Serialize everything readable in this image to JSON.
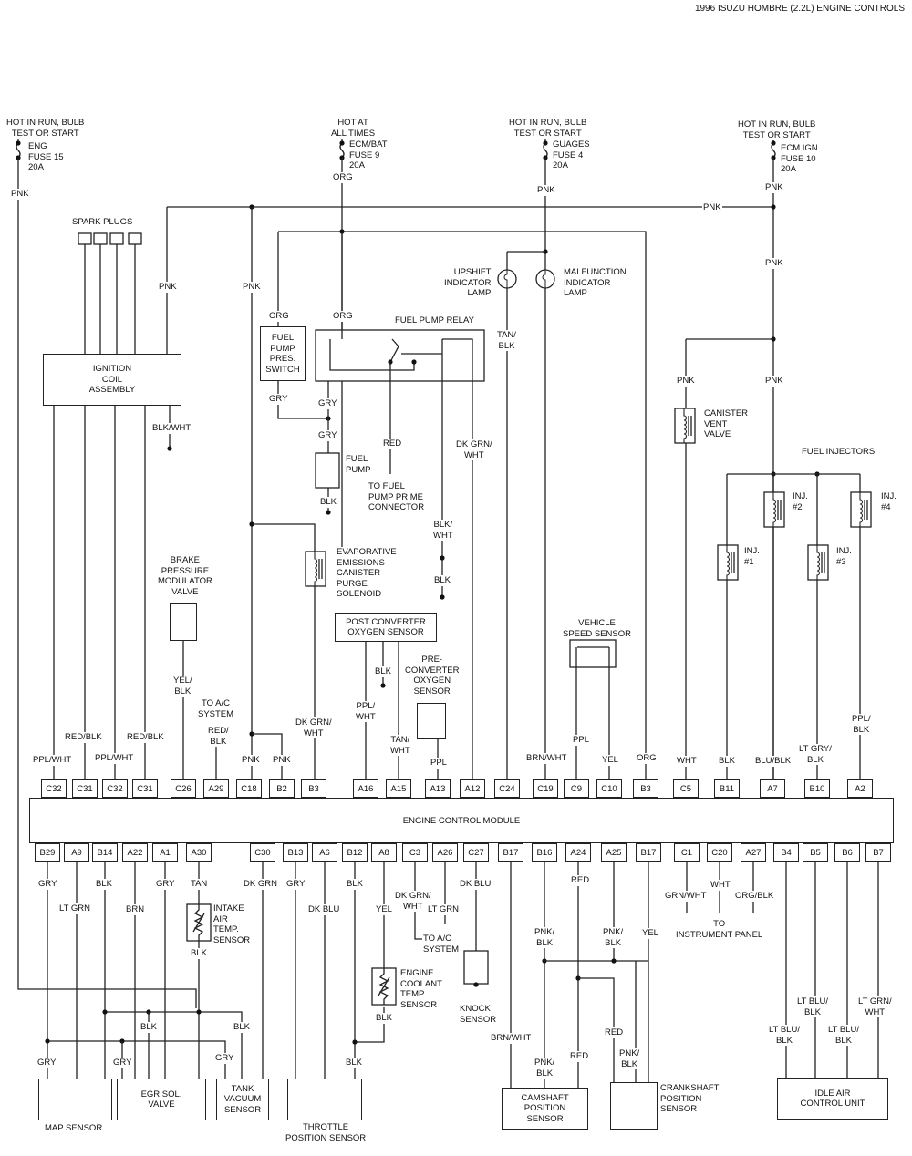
{
  "title": "1996 ISUZU HOMBRE (2.2L) ENGINE CONTROLS",
  "fuses": [
    {
      "hot": "HOT IN RUN, BULB\nTEST OR START",
      "fuse": "ENG\nFUSE 15\n20A",
      "wire": "PNK"
    },
    {
      "hot": "HOT AT\nALL TIMES",
      "fuse": "ECM/BAT\nFUSE 9\n20A",
      "wire": "ORG"
    },
    {
      "hot": "HOT IN RUN, BULB\nTEST OR START",
      "fuse": "GUAGES\nFUSE 4\n20A",
      "wire": "PNK"
    },
    {
      "hot": "HOT IN RUN, BULB\nTEST OR START",
      "fuse": "ECM IGN\nFUSE 10\n20A",
      "wire": "PNK"
    }
  ],
  "components": {
    "spark_plugs": "SPARK PLUGS",
    "ignition_coil": "IGNITION\nCOIL\nASSEMBLY",
    "fuel_pump_pres_switch": "FUEL\nPUMP\nPRES.\nSWITCH",
    "fuel_pump_relay": "FUEL PUMP RELAY",
    "fuel_pump": "FUEL\nPUMP",
    "fuel_pump_prime": "TO FUEL\nPUMP PRIME\nCONNECTOR",
    "upshift_lamp": "UPSHIFT\nINDICATOR\nLAMP",
    "malfunction_lamp": "MALFUNCTION\nINDICATOR\nLAMP",
    "canister_vent": "CANISTER\nVENT\nVALVE",
    "fuel_injectors": "FUEL INJECTORS",
    "inj1": "INJ.\n#1",
    "inj2": "INJ.\n#2",
    "inj3": "INJ.\n#3",
    "inj4": "INJ.\n#4",
    "brake_valve": "BRAKE\nPRESSURE\nMODULATOR\nVALVE",
    "evap_solenoid": "EVAPORATIVE\nEMISSIONS\nCANISTER\nPURGE\nSOLENOID",
    "post_o2": "POST CONVERTER\nOXYGEN SENSOR",
    "pre_o2": "PRE-\nCONVERTER\nOXYGEN\nSENSOR",
    "vss": "VEHICLE\nSPEED SENSOR",
    "to_ac_top": "TO A/C\nSYSTEM",
    "ecm": "ENGINE CONTROL MODULE",
    "iat": "INTAKE\nAIR\nTEMP.\nSENSOR",
    "ect": "ENGINE\nCOOLANT\nTEMP.\nSENSOR",
    "to_ac_bottom": "TO A/C\nSYSTEM",
    "knock": "KNOCK\nSENSOR",
    "instrument_panel": "TO\nINSTRUMENT PANEL",
    "map": "MAP SENSOR",
    "egr": "EGR SOL.\nVALVE",
    "tank_vac": "TANK\nVACUUM\nSENSOR",
    "tps": "THROTTLE\nPOSITION SENSOR",
    "cmp": "CAMSHAFT\nPOSITION\nSENSOR",
    "ckp": "CRANKSHAFT\nPOSITION\nSENSOR",
    "iac": "IDLE AIR\nCONTROL UNIT"
  },
  "top_pins": [
    "C32",
    "C31",
    "C32",
    "C31",
    "C26",
    "A29",
    "C18",
    "B2",
    "B3",
    "A16",
    "A15",
    "A13",
    "A12",
    "C24",
    "C19",
    "C9",
    "C10",
    "B3",
    "C5",
    "B11",
    "A7",
    "B10",
    "A2"
  ],
  "bottom_pins": [
    "B29",
    "A9",
    "B14",
    "A22",
    "A1",
    "A30",
    "C30",
    "B13",
    "A6",
    "B12",
    "A8",
    "C3",
    "A26",
    "C27",
    "B17",
    "B16",
    "A24",
    "A25",
    "B17",
    "C1",
    "C20",
    "A27",
    "B4",
    "B5",
    "B6",
    "B7"
  ],
  "wire_labels": {
    "pnk_bus": "PNK",
    "pnk1": "PNK",
    "pnk2": "PNK",
    "pnk3": "PNK",
    "pnk4": "PNK",
    "pnk5": "PNK",
    "org1": "ORG",
    "org2": "ORG",
    "gry1": "GRY",
    "gry2": "GRY",
    "gry3": "GRY",
    "blk_pump": "BLK",
    "red_relay": "RED",
    "dkgrnwht_relay": "DK GRN/\nWHT",
    "blkwht_relay": "BLK/\nWHT",
    "blk_relay": "BLK",
    "tanblk": "TAN/\nBLK",
    "blkwht_coil": "BLK/WHT",
    "ppl_wht1": "PPL/WHT",
    "red_blk1": "RED/BLK",
    "ppl_wht2": "PPL/WHT",
    "red_blk2": "RED/BLK",
    "yel_blk": "YEL/\nBLK",
    "red_blk_ac": "RED/\nBLK",
    "pnk_c18": "PNK",
    "pnk_b2": "PNK",
    "dkgrnwht_b3": "DK GRN/\nWHT",
    "ppl_wht_a16": "PPL/\nWHT",
    "blk_post": "BLK",
    "tan_wht": "TAN/\nWHT",
    "ppl_a13": "PPL",
    "brn_wht_c19": "BRN/WHT",
    "ppl_c9": "PPL",
    "yel_c10": "YEL",
    "org_b3": "ORG",
    "wht_c5": "WHT",
    "blk_b11": "BLK",
    "blu_blk_a7": "BLU/BLK",
    "ltgry_blk": "LT GRY/\nBLK",
    "ppl_blk_a2": "PPL/\nBLK",
    "gry_b29": "GRY",
    "ltgrn_a9": "LT GRN",
    "blk_b14": "BLK",
    "brn_a22": "BRN",
    "gry_a1": "GRY",
    "tan_a30": "TAN",
    "blk_iat": "BLK",
    "dkgrn_c30": "DK GRN",
    "gry_b13": "GRY",
    "dkblu_a6": "DK BLU",
    "blk_b12": "BLK",
    "yel_a8": "YEL",
    "blk_ect": "BLK",
    "dkgrnwht_c3": "DK GRN/\nWHT",
    "ltgrn_a26": "LT GRN",
    "dkblu_c27": "DK BLU",
    "pnkblk_b16": "PNK/\nBLK",
    "red_a24": "RED",
    "pnkblk_a25": "PNK/\nBLK",
    "yel_b17": "YEL",
    "grnwht_c1": "GRN/WHT",
    "wht_c20": "WHT",
    "orgblk_a27": "ORG/BLK",
    "ltblublk_b4": "LT BLU/\nBLK",
    "ltblublk_b5": "LT BLU/\nBLK",
    "ltblublk_b6": "LT BLU/\nBLK",
    "ltgrnwht_b7": "LT GRN/\nWHT",
    "blk_egr": "BLK",
    "blk_tank": "BLK",
    "gry_map": "GRY",
    "gry_egr": "GRY",
    "gry_tank": "GRY",
    "blk_tps": "BLK",
    "brnwht_cmp": "BRN/WHT",
    "pnkblk_cmp": "PNK/\nBLK",
    "red_cmp": "RED",
    "red_ckp": "RED",
    "pnkblk_ckp": "PNK/\nBLK"
  }
}
